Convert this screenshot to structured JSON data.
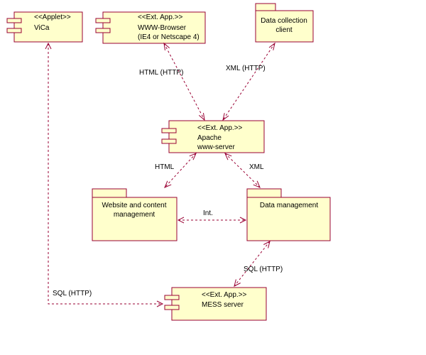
{
  "components": {
    "vica": {
      "stereotype": "<<Applet>>",
      "name": "ViCa"
    },
    "browser": {
      "stereotype": "<<Ext. App.>>",
      "name": "WWW-Browser",
      "detail": "(IE4 or Netscape 4)"
    },
    "apache": {
      "stereotype": "<<Ext. App.>>",
      "name": "Apache",
      "detail": "www-server"
    },
    "mess": {
      "stereotype": "<<Ext. App.>>",
      "name": "MESS server"
    }
  },
  "packages": {
    "data_collection": {
      "line1": "Data collection",
      "line2": "client"
    },
    "website": {
      "line1": "Website and content",
      "line2": "management"
    },
    "data_management": {
      "line1": "Data management"
    }
  },
  "connectors": {
    "browser_apache": "HTML (HTTP)",
    "client_apache": "XML (HTTP)",
    "apache_website": "HTML",
    "apache_data": "XML",
    "website_data": "Int.",
    "data_mess": "SQL (HTTP)",
    "vica_mess": "SQL (HTTP)"
  },
  "colors": {
    "fill": "#ffffcc",
    "stroke": "#990033",
    "text": "#000000"
  }
}
